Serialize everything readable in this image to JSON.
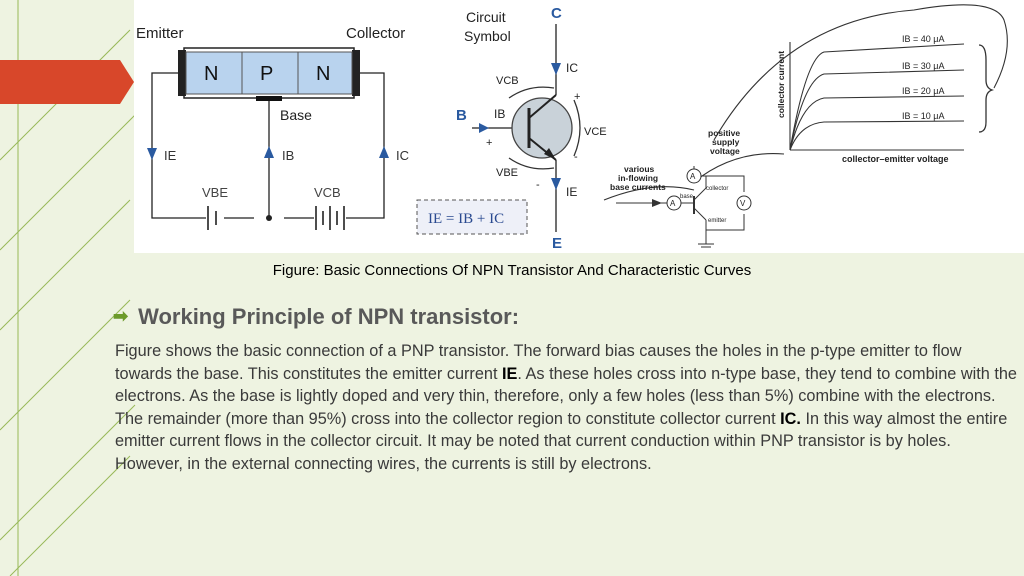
{
  "colors": {
    "background": "#eef3e1",
    "accent_red": "#d8472a",
    "accent_green": "#6c9a2a",
    "deco_line": "#7aa33a"
  },
  "figure": {
    "left": {
      "emitter_label": "Emitter",
      "collector_label": "Collector",
      "region_n1": "N",
      "region_p": "P",
      "region_n2": "N",
      "base_label": "Base",
      "ie_label": "IE",
      "ib_label": "IB",
      "ic_label": "IC",
      "vbe_label": "VBE",
      "vcb_label": "VCB"
    },
    "middle": {
      "circuit_symbol_line1": "Circuit",
      "circuit_symbol_line2": "Symbol",
      "c_terminal": "C",
      "b_terminal": "B",
      "e_terminal": "E",
      "ic_label": "IC",
      "ib_label": "IB",
      "ie_label": "IE",
      "vcb_label": "VCB",
      "vce_label": "VCE",
      "vbe_label": "VBE",
      "plus1": "+",
      "plus2": "+",
      "minus1": "-",
      "minus2": "-",
      "equation": "IE = IB + IC"
    },
    "right": {
      "y_axis": "collector current",
      "x_axis": "collector–emitter voltage",
      "curve_labels": [
        "IB = 40 μA",
        "IB = 30 μA",
        "IB = 20 μA",
        "IB = 10 μA"
      ],
      "supply_line1": "positive",
      "supply_line2": "supply",
      "supply_line3": "voltage",
      "base_line1": "various",
      "base_line2": "in-flowing",
      "base_line3": "base currents",
      "meter_a1": "A",
      "meter_a2": "A",
      "meter_v": "V",
      "collector_small": "collector",
      "base_small": "base",
      "emitter_small": "emitter"
    }
  },
  "caption": "Figure: Basic Connections Of NPN Transistor And Characteristic Curves",
  "heading": "Working Principle of NPN transistor:",
  "body": {
    "p1_a": "Figure shows the basic connection of a PNP transistor. The forward bias causes the holes in the p-type emitter to flow towards the base. This constitutes the emitter current ",
    "p1_ie": "IE",
    "p1_b": ". As these holes cross into n-type base, they tend to combine with the electrons. As the base is lightly doped and very thin, therefore, only a few holes (less than 5%) combine with the electrons.",
    "p2_a": "The remainder (more than 95%) cross into the collector region to constitute collector current ",
    "p2_ic": "IC.",
    "p2_b": " In this way almost the entire emitter current flows in the collector circuit. It may be noted that current conduction within PNP transistor is by holes. However, in the external connecting wires, the currents is still by electrons."
  }
}
